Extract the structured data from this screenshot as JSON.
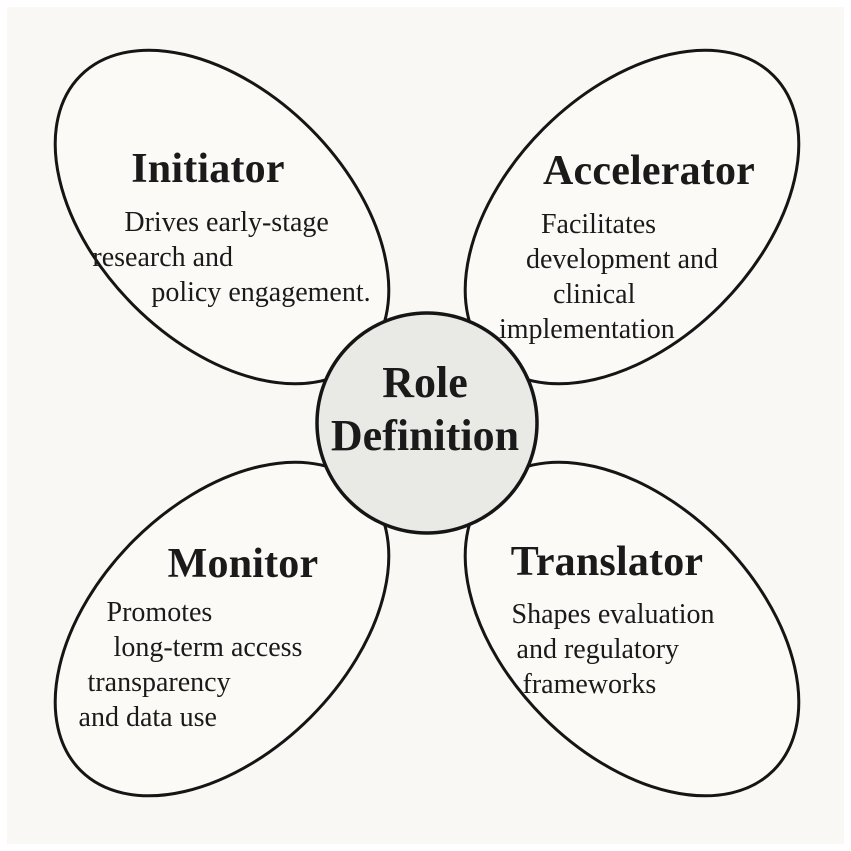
{
  "center": {
    "lines": [
      "Role",
      "Definition"
    ]
  },
  "petals": [
    {
      "name": "initiator",
      "title": "Initiator",
      "lines": [
        "Drives early-stage",
        "research and",
        "policy engagement."
      ]
    },
    {
      "name": "accelerator",
      "title": "Accelerator",
      "lines": [
        "Facilitates",
        "development and",
        "clinical",
        "implementation"
      ]
    },
    {
      "name": "monitor",
      "title": "Monitor",
      "lines": [
        "Promotes",
        "long-term access",
        "transparency",
        "and data use"
      ]
    },
    {
      "name": "translator",
      "title": "Translator",
      "lines": [
        "Shapes evaluation",
        "and regulatory",
        "frameworks"
      ]
    }
  ],
  "colors": {
    "page": "#ffffff",
    "background": "#faf8f4",
    "petal_fill": "#fbfaf7",
    "circle_fill": "#e9e9e6",
    "outline": "#151515",
    "text": "#1a1a1a"
  }
}
